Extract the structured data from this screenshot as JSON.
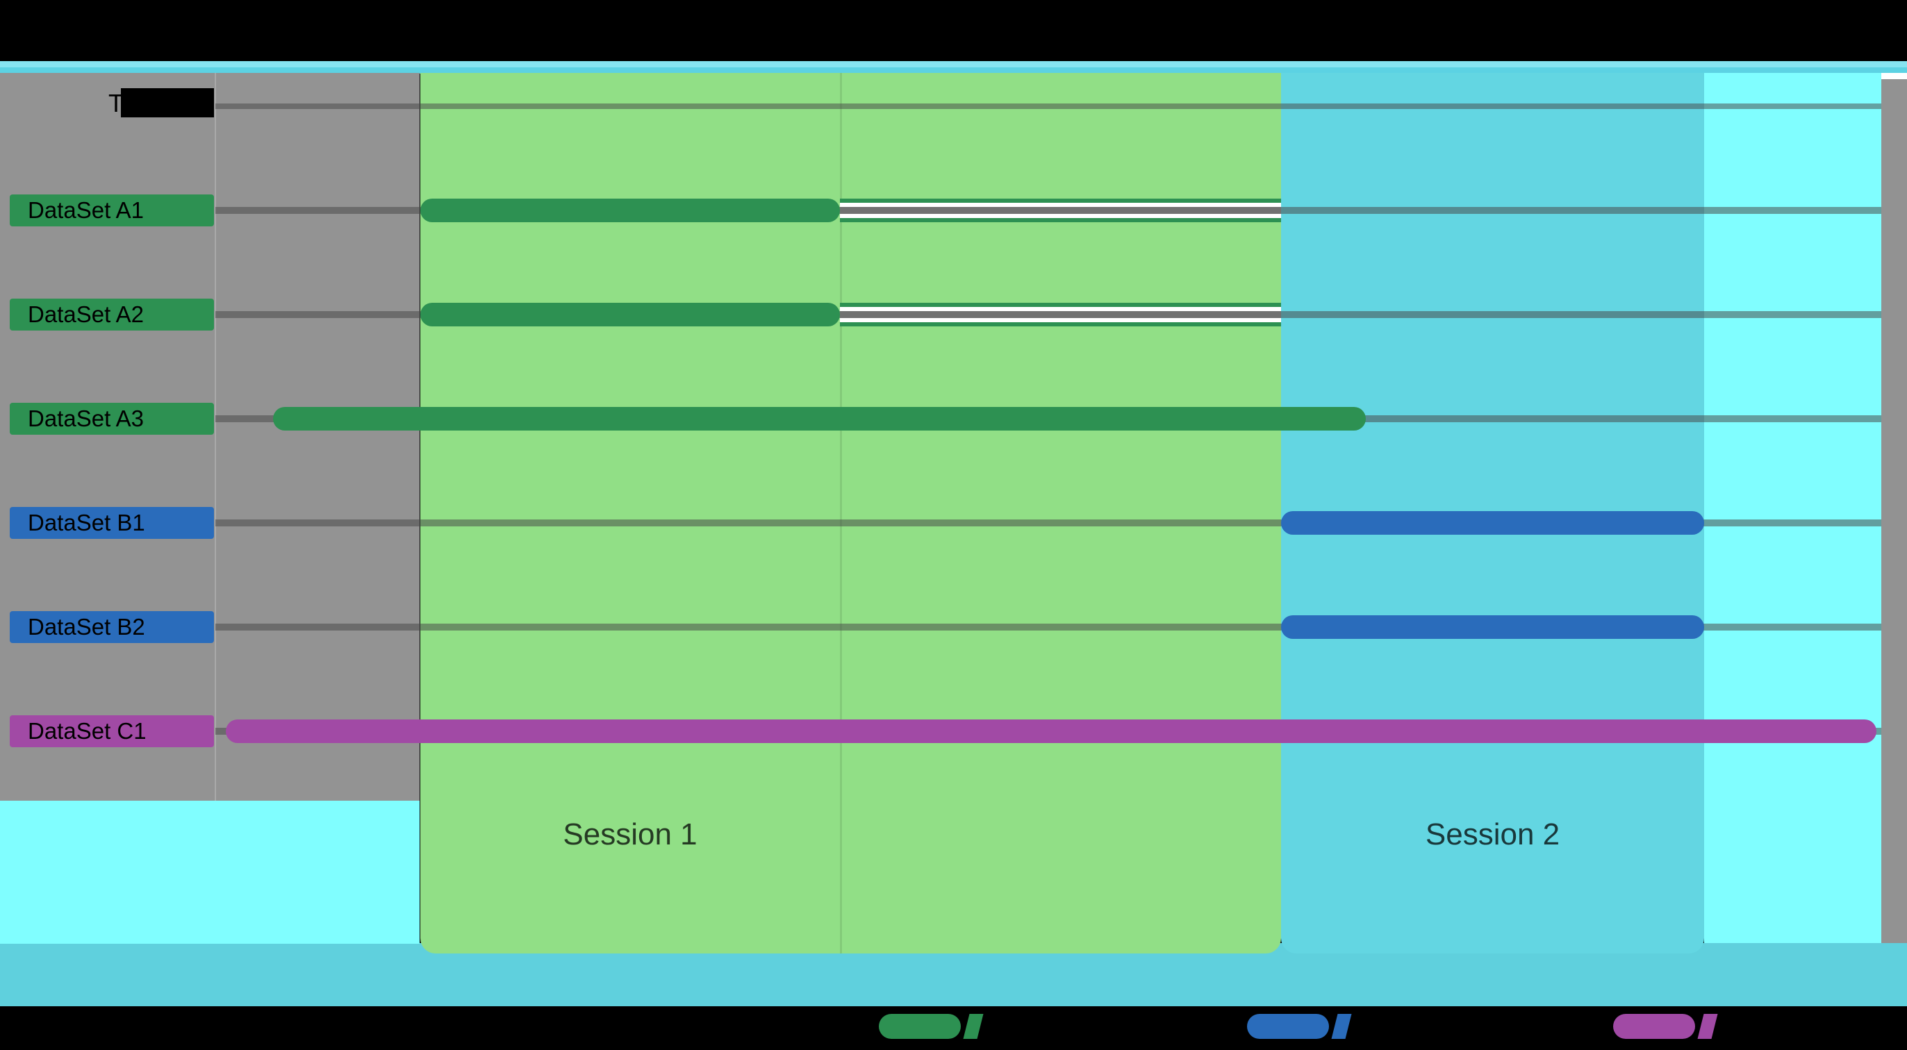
{
  "chart_data": {
    "type": "bar",
    "subtype": "gantt-timeline",
    "title": "",
    "header_label": "Tasks",
    "xlabel": "",
    "ylabel": "",
    "x_axis": {
      "unit": "percent-of-timeline",
      "range": [
        0,
        100
      ],
      "numeric_ticks_visible": false
    },
    "grid": "horizontal-row-lines",
    "sessions": [
      {
        "label": "Session 1",
        "start_pct": 12.1,
        "end_pct": 63.0,
        "divider_pct": 36.9,
        "color": "#91df86"
      },
      {
        "label": "Session 2",
        "start_pct": 63.0,
        "end_pct": 88.0,
        "divider_pct": null,
        "color": "#63d6e2"
      }
    ],
    "post_session_region": {
      "label": "",
      "start_pct": 88.0,
      "end_pct": 98.5,
      "color": "#80feff"
    },
    "tasks": [
      {
        "label": "DataSet A1",
        "series": "A",
        "color": "#2d9152",
        "start_pct": 12.1,
        "end_pct": 36.9,
        "planned_end_pct": 63.0
      },
      {
        "label": "DataSet A2",
        "series": "A",
        "color": "#2d9152",
        "start_pct": 12.1,
        "end_pct": 36.9,
        "planned_end_pct": 63.0
      },
      {
        "label": "DataSet A3",
        "series": "A",
        "color": "#2d9152",
        "start_pct": 3.4,
        "end_pct": 68.0,
        "planned_end_pct": null
      },
      {
        "label": "DataSet B1",
        "series": "B",
        "color": "#2a6cbb",
        "start_pct": 63.0,
        "end_pct": 88.0,
        "planned_end_pct": null
      },
      {
        "label": "DataSet B2",
        "series": "B",
        "color": "#2a6cbb",
        "start_pct": 63.0,
        "end_pct": 88.0,
        "planned_end_pct": null
      },
      {
        "label": "DataSet C1",
        "series": "C",
        "color": "#a14aa5",
        "start_pct": 0.6,
        "end_pct": 98.2,
        "planned_end_pct": null
      }
    ],
    "legend": [
      {
        "series": "A",
        "color": "#2d9152",
        "label": ""
      },
      {
        "series": "B",
        "color": "#2a6cbb",
        "label": ""
      },
      {
        "series": "C",
        "color": "#a14aa5",
        "label": ""
      }
    ],
    "legend_position": "bottom",
    "colors": {
      "page_background": "#000000",
      "left_panel_gray": "#939393",
      "top_strip_light": "#86e3f0",
      "top_strip": "#5cd2e3",
      "bottom_band": "#5fd0dd",
      "post_region_cyan": "#80feff",
      "right_strip_gray": "#929292",
      "row_line_gray": "#8b8b8b"
    }
  }
}
